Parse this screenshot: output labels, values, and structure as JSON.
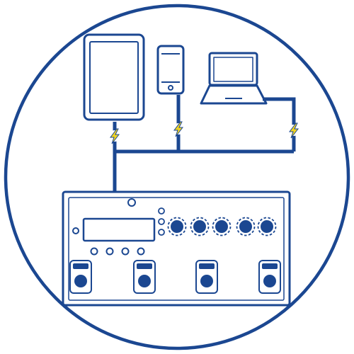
{
  "colors": {
    "primary": "#1b4791",
    "accent": "#f2d422",
    "background": "#ffffff"
  },
  "devices": [
    {
      "name": "tablet-icon"
    },
    {
      "name": "smartphone-icon"
    },
    {
      "name": "laptop-icon"
    }
  ],
  "connectors": [
    {
      "name": "lightning-bolt-icon"
    },
    {
      "name": "lightning-bolt-icon"
    },
    {
      "name": "lightning-bolt-icon"
    }
  ],
  "hub": {
    "name": "multi-effects-pedal-controller",
    "knob_count": 5,
    "button_count": 4,
    "footswitch_count": 4
  }
}
